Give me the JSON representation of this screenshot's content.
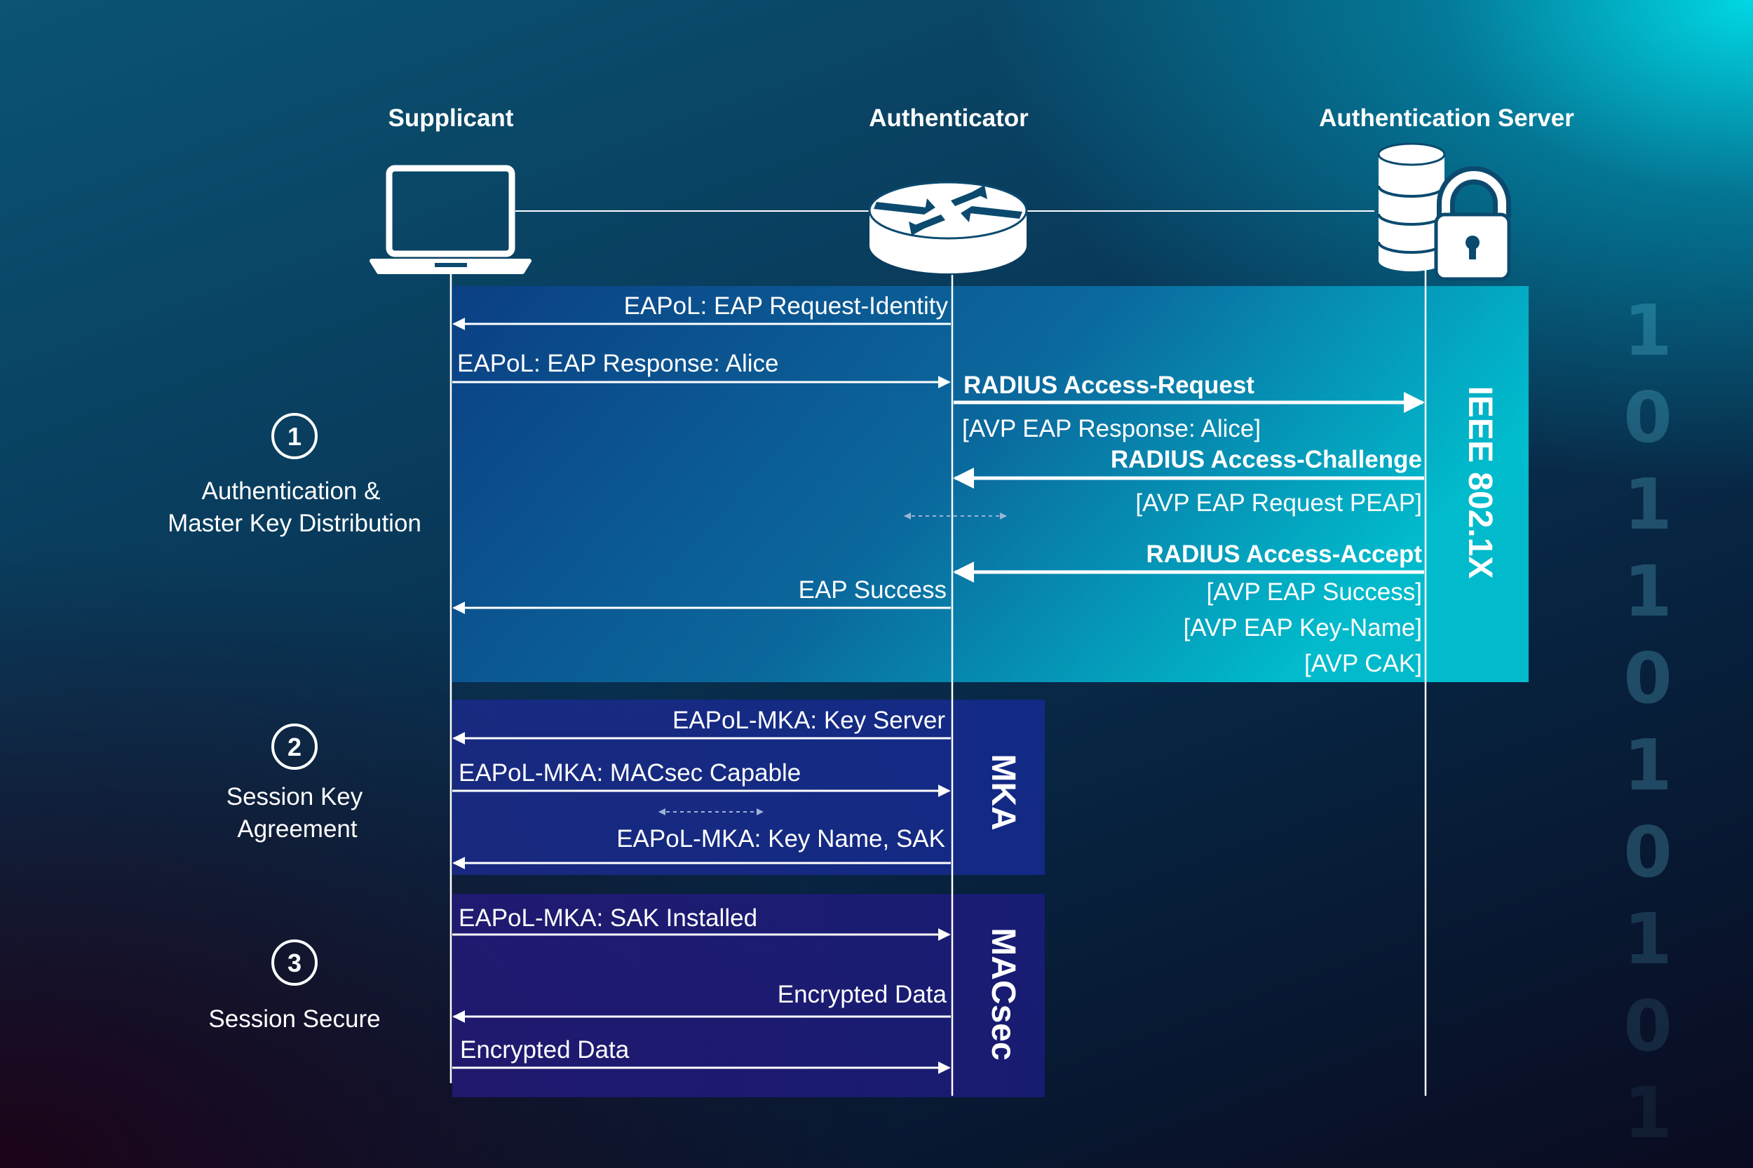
{
  "entities": {
    "supplicant": "Supplicant",
    "authenticator": "Authenticator",
    "server": "Authentication Server"
  },
  "phases": [
    {
      "number": "1",
      "line1": "Authentication &",
      "line2": "Master Key Distribution"
    },
    {
      "number": "2",
      "line1": "Session Key",
      "line2": "Agreement"
    },
    {
      "number": "3",
      "line1": "Session Secure",
      "line2": ""
    }
  ],
  "bands": {
    "ieee": "IEEE 802.1X",
    "mka": "MKA",
    "macsec": "MACsec"
  },
  "messages": {
    "m1": "EAPoL: EAP Request-Identity",
    "m2": "EAPoL: EAP Response: Alice",
    "m3": "RADIUS Access-Request",
    "m3a": "[AVP EAP Response: Alice]",
    "m4": "RADIUS Access-Challenge",
    "m4a": "[AVP EAP Request PEAP]",
    "m5": "RADIUS Access-Accept",
    "m5a": "[AVP EAP Success]",
    "m5b": "[AVP EAP Key-Name]",
    "m5c": "[AVP CAK]",
    "m6": "EAP Success",
    "m7": "EAPoL-MKA: Key Server",
    "m8": "EAPoL-MKA: MACsec Capable",
    "m9": "EAPoL-MKA: Key Name, SAK",
    "m10": "EAPoL-MKA: SAK Installed",
    "m11": "Encrypted Data",
    "m12": "Encrypted Data"
  },
  "watermark_digits": [
    "1",
    "0",
    "1",
    "1",
    "0",
    "1",
    "0",
    "1",
    "0",
    "1"
  ],
  "colors": {
    "accent": "#00d6e4",
    "text": "#ffffff",
    "line": "#ffffff"
  },
  "icons": {
    "supplicant": "laptop-icon",
    "authenticator": "router-icon",
    "server": "database-lock-icon"
  }
}
